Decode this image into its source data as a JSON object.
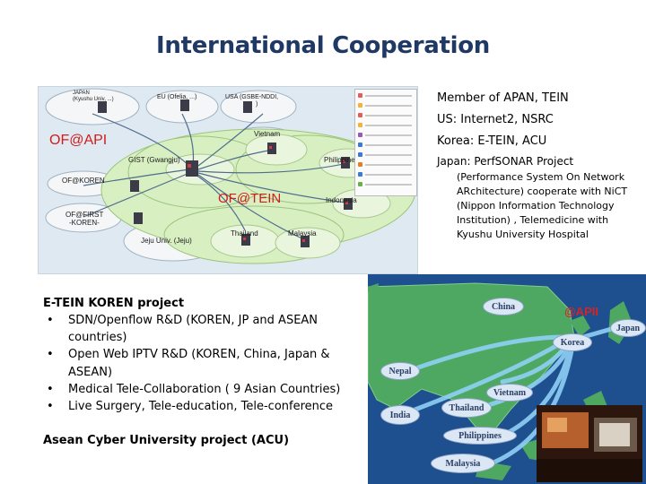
{
  "slide": {
    "title": "International Cooperation"
  },
  "diagram": {
    "labels": {
      "japan": "JAPAN",
      "japan_sub": "(Kyushu Univ, ...)",
      "eu": "EU (Ofelia, ...)",
      "usa": "USA (GSBE-NDDI,",
      "usa_sub": ")",
      "vietnam": "Vietnam",
      "gist": "GIST (Gwangju)",
      "philippines": "Philippines",
      "ofkoren": "OF@KOREN",
      "indonesia": "Indonesia",
      "offirst": "OF@FIRST",
      "koren": "-KOREN-",
      "jeju": "Jeju Univ. (Jeju)",
      "thailand": "Thailand",
      "malaysia": "Malaysia",
      "of_api": "OF@API",
      "of_tein": "OF@TEIN"
    },
    "legend_colors": [
      "#e35d5d",
      "#f0b43a",
      "#e35d5d",
      "#f0b43a",
      "#9b59b6",
      "#3a7bd5",
      "#3a7bd5",
      "#e67e22",
      "#3a7bd5",
      "#6ab04c"
    ]
  },
  "right_text": {
    "line1": "Member of APAN, TEIN",
    "line2": "US: Internet2, NSRC",
    "line3": "Korea: E-TEIN, ACU",
    "line4": "Japan: PerfSONAR Project",
    "sub": "(Performance System On Network ARchitecture) cooperate with NiCT (Nippon Information Technology Institution) , Telemedicine with Kyushu University Hospital"
  },
  "koren_section": {
    "title": "E-TEIN KOREN project",
    "bullets": [
      "SDN/Openflow R&D (KOREN, JP and ASEAN countries)",
      "Open Web IPTV R&D (KOREN, China, Japan & ASEAN)",
      "Medical Tele-Collaboration ( 9 Asian Countries)",
      "Live  Surgery, Tele-education, Tele-conference"
    ],
    "acu": "Asean Cyber University project  (ACU)"
  },
  "map": {
    "api_label": "@APII",
    "countries": {
      "china": "China",
      "japan": "Japan",
      "korea": "Korea",
      "nepal": "Nepal",
      "vietnam": "Vietnam",
      "india": "India",
      "thailand": "Thailand",
      "philippines": "Philippines",
      "malaysia": "Malaysia"
    }
  }
}
